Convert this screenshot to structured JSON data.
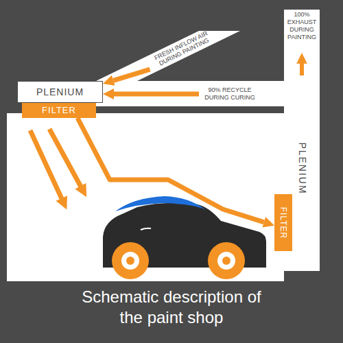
{
  "diagram": {
    "caption": "Schematic description of the paint shop",
    "nodes": [
      {
        "text": [
          "PLENIUM"
        ]
      },
      {
        "text": [
          "FILTER"
        ]
      },
      {
        "text": [
          "FRESH INFLOW AIR DURING PAINTING"
        ]
      },
      {
        "text": [
          "90% RECYCLE DURING CURING"
        ]
      },
      {
        "text": [
          "100% EXHAUST DURING PAINTING"
        ]
      },
      {
        "text": [
          "PLENIUM"
        ]
      },
      {
        "text": [
          "FILTER"
        ]
      }
    ],
    "edges": [
      {
        "from": 2,
        "to": 0,
        "arrow": "to"
      },
      {
        "from": 3,
        "to": 0,
        "arrow": "to"
      },
      {
        "from": 1,
        "to": 6,
        "arrow": "to"
      }
    ]
  }
}
